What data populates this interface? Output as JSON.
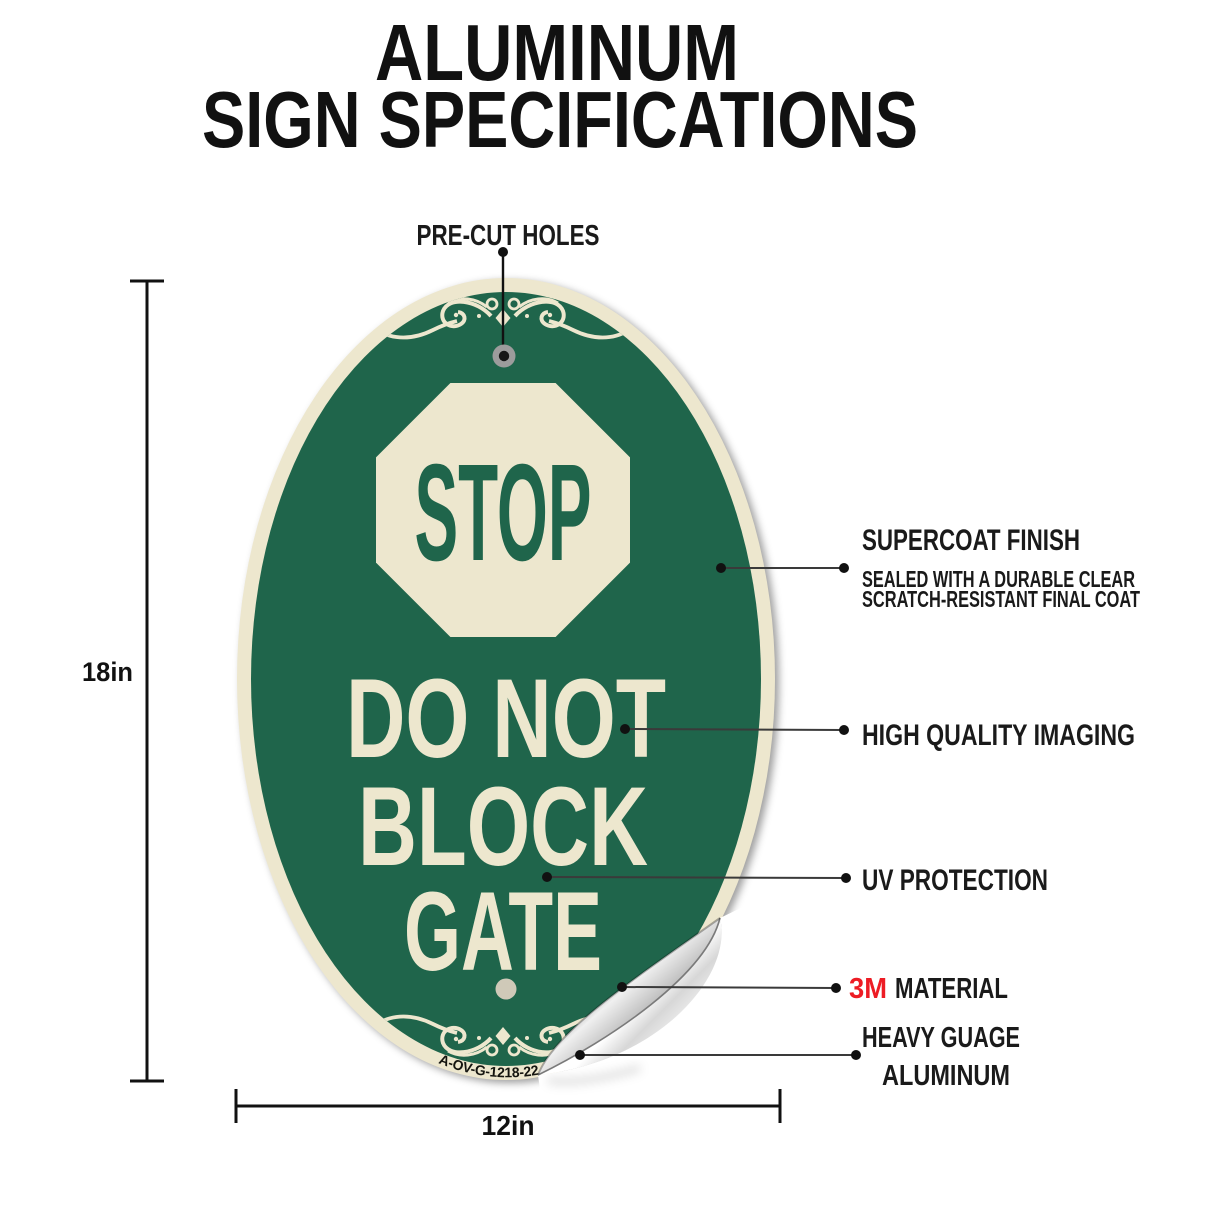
{
  "title": {
    "line1": "ALUMINUM",
    "line2": "SIGN SPECIFICATIONS"
  },
  "sign": {
    "stop_label": "STOP",
    "message_line1": "DO NOT",
    "message_line2": "BLOCK",
    "message_line3": "GATE",
    "code": "A-OV-G-1218-22",
    "colors": {
      "green": "#1f654b",
      "cream": "#ede7ce"
    }
  },
  "dimensions": {
    "height_label": "18in",
    "width_label": "12in"
  },
  "callouts": {
    "precut": "PRE-CUT HOLES",
    "supercoat_title": "SUPERCOAT FINISH",
    "supercoat_sub1": "SEALED WITH A DURABLE CLEAR",
    "supercoat_sub2": "SCRATCH-RESISTANT FINAL COAT",
    "imaging": "HIGH QUALITY IMAGING",
    "uv": "UV PROTECTION",
    "material_brand": "3M",
    "material_rest": "MATERIAL",
    "gauge_line1": "HEAVY GUAGE",
    "gauge_line2": "ALUMINUM",
    "brand_color": "#ed1c24"
  }
}
